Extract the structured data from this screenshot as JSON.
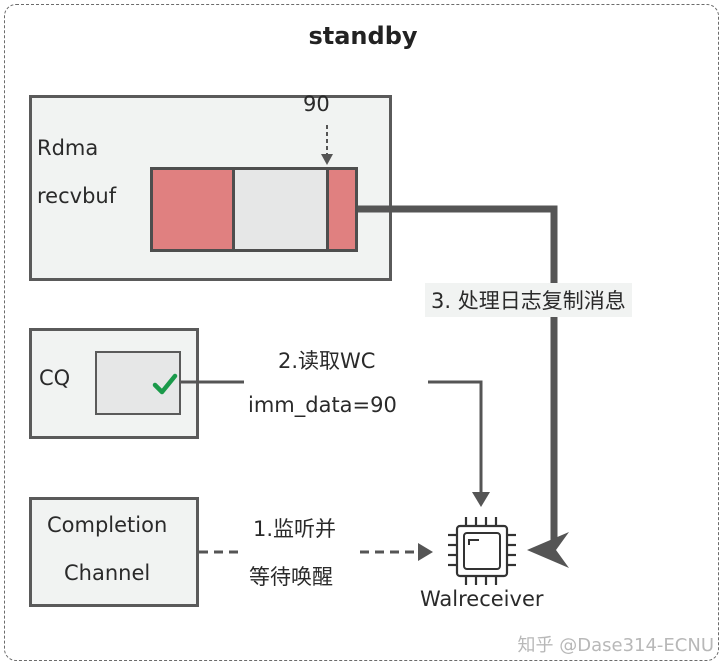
{
  "title": "standby",
  "rdma": {
    "label1": "Rdma",
    "label2": "recvbuf",
    "pointer_value": "90"
  },
  "cq": {
    "label": "CQ"
  },
  "completion_channel": {
    "label1": "Completion",
    "label2": "Channel"
  },
  "steps": {
    "step1_line1": "1.监听并",
    "step1_line2": "等待唤醒",
    "step2_line1": "2.读取WC",
    "step2_line2": "imm_data=90",
    "step3": "3. 处理日志复制消息"
  },
  "walreceiver": {
    "label": "Walreceiver"
  },
  "watermark": "知乎 @Dase314-ECNU",
  "colors": {
    "buffer_used": "#e08080",
    "buffer_free": "#e6e7e7",
    "check": "#1a9a4a",
    "arrow": "#555555"
  }
}
